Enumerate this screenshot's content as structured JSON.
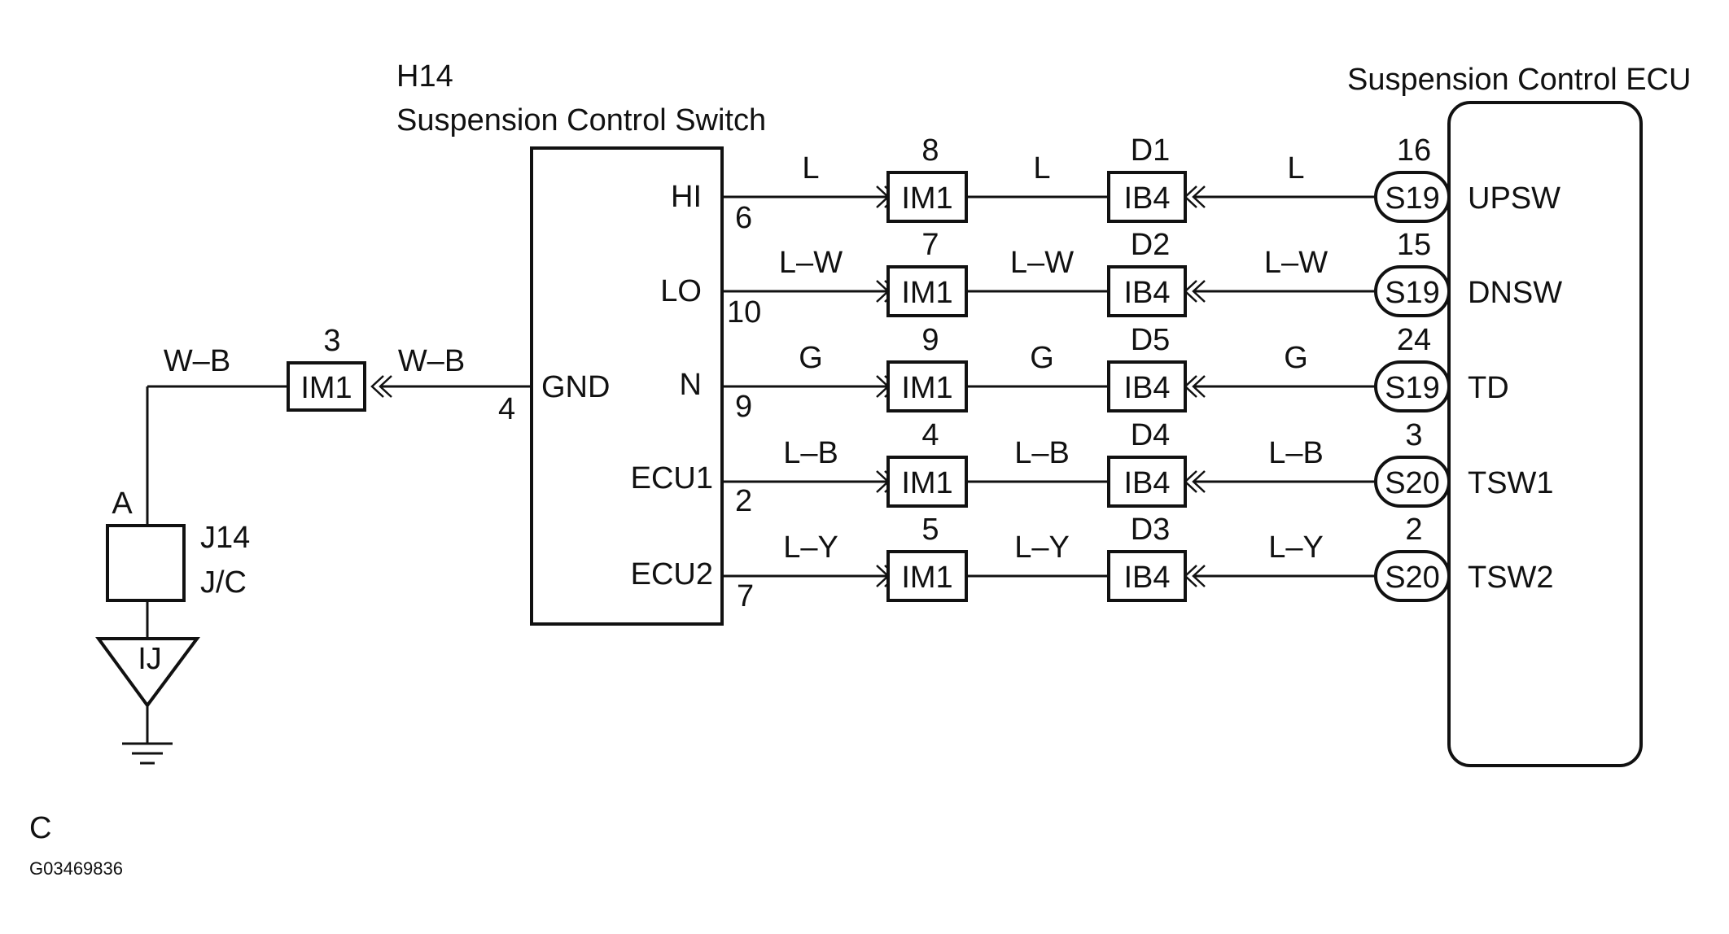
{
  "switch": {
    "code": "H14",
    "name": "Suspension Control Switch",
    "terminals": [
      {
        "name": "HI",
        "pin": "6"
      },
      {
        "name": "LO",
        "pin": "10"
      },
      {
        "name": "N",
        "pin": "9"
      },
      {
        "name": "ECU1",
        "pin": "2"
      },
      {
        "name": "ECU2",
        "pin": "7"
      }
    ],
    "ground_terminal": {
      "name": "GND",
      "pin": "4"
    }
  },
  "ecu": {
    "name": "Suspension Control ECU",
    "terminals": [
      {
        "name": "UPSW",
        "connector": "S19",
        "pin": "16"
      },
      {
        "name": "DNSW",
        "connector": "S19",
        "pin": "15"
      },
      {
        "name": "TD",
        "connector": "S19",
        "pin": "24"
      },
      {
        "name": "TSW1",
        "connector": "S20",
        "pin": "3"
      },
      {
        "name": "TSW2",
        "connector": "S20",
        "pin": "2"
      }
    ]
  },
  "circuits": [
    {
      "wire_color_a": "L",
      "im1_pin": "8",
      "wire_color_b": "L",
      "ib4_pin": "D1",
      "wire_color_c": "L"
    },
    {
      "wire_color_a": "L–W",
      "im1_pin": "7",
      "wire_color_b": "L–W",
      "ib4_pin": "D2",
      "wire_color_c": "L–W"
    },
    {
      "wire_color_a": "G",
      "im1_pin": "9",
      "wire_color_b": "G",
      "ib4_pin": "D5",
      "wire_color_c": "G"
    },
    {
      "wire_color_a": "L–B",
      "im1_pin": "4",
      "wire_color_b": "L–B",
      "ib4_pin": "D4",
      "wire_color_c": "L–B"
    },
    {
      "wire_color_a": "L–Y",
      "im1_pin": "5",
      "wire_color_b": "L–Y",
      "ib4_pin": "D3",
      "wire_color_c": "L–Y"
    }
  ],
  "connectors": {
    "im1": "IM1",
    "ib4": "IB4"
  },
  "ground_circuit": {
    "wire_color_left": "W–B",
    "wire_color_right": "W–B",
    "im1_pin": "3",
    "junction_pin": "A",
    "junction_code": "J14",
    "junction_type": "J/C",
    "ground_point": "IJ"
  },
  "footer": {
    "letter": "C",
    "figure_id": "G03469836"
  }
}
